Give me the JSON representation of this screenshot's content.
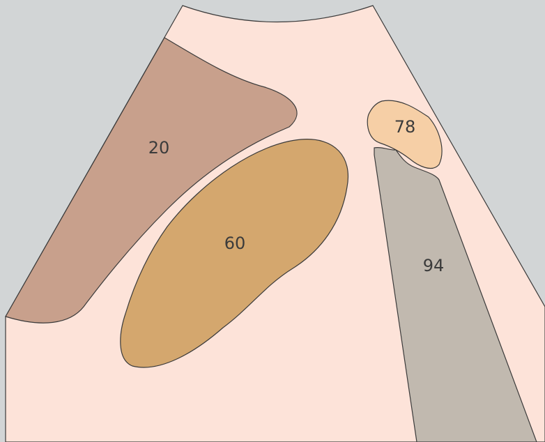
{
  "colors": {
    "background": "#d2d5d6",
    "fan_fill": "#fde3d9",
    "outline": "#3a3a3a",
    "region_20": "#c8a08c",
    "region_60": "#d4a76e",
    "region_78": "#f6cfa6",
    "region_94": "#c1b9af"
  },
  "regions": [
    {
      "id": "r20",
      "label": "20"
    },
    {
      "id": "r60",
      "label": "60"
    },
    {
      "id": "r78",
      "label": "78"
    },
    {
      "id": "r94",
      "label": "94"
    }
  ]
}
